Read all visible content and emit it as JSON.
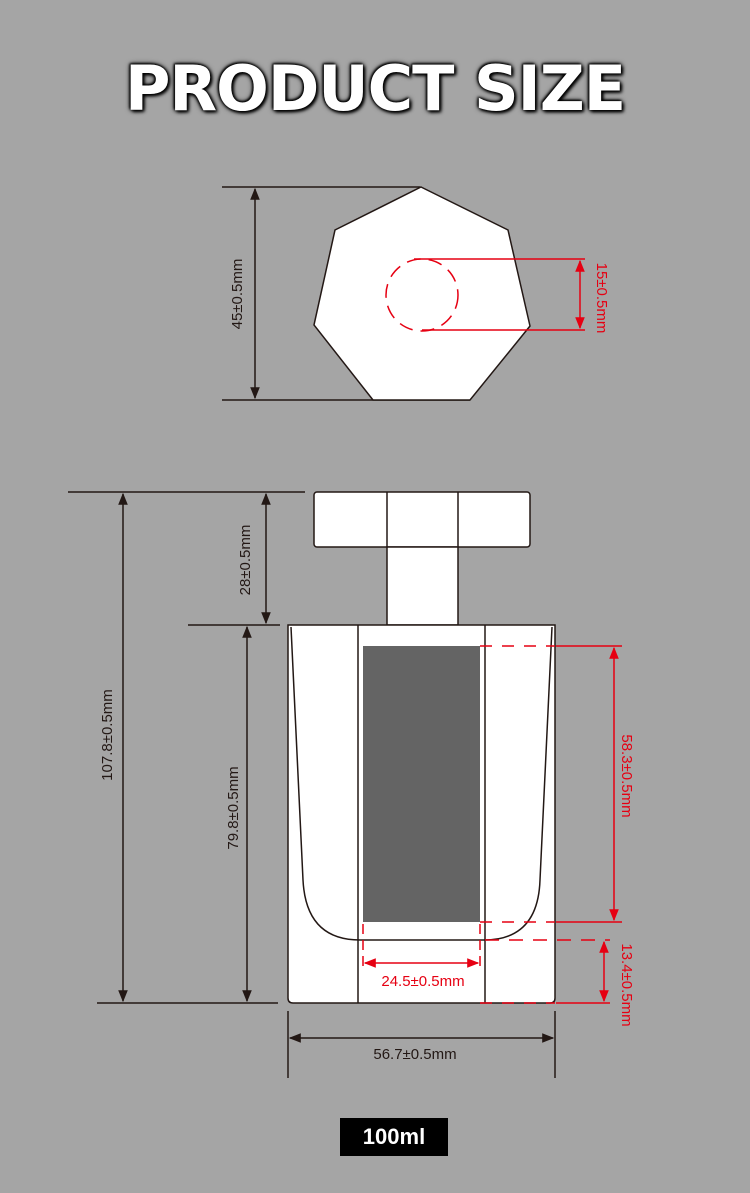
{
  "title": "PRODUCT SIZE",
  "colors": {
    "background": "#a5a5a5",
    "outline": "#231815",
    "dimension_red": "#e60012",
    "label_window": "#646464",
    "badge_bg": "#000000"
  },
  "top_view": {
    "shape": "heptagon",
    "height_label": "45±0.5mm",
    "neck_diameter_label": "15±0.5mm"
  },
  "front_view": {
    "total_height_label": "107.8±0.5mm",
    "cap_height_label": "28±0.5mm",
    "body_height_label": "79.8±0.5mm",
    "label_height_label": "58.3±0.5mm",
    "bottom_offset_label": "13.4±0.5mm",
    "label_width_label": "24.5±0.5mm",
    "body_width_label": "56.7±0.5mm"
  },
  "badge": {
    "capacity": "100ml"
  }
}
